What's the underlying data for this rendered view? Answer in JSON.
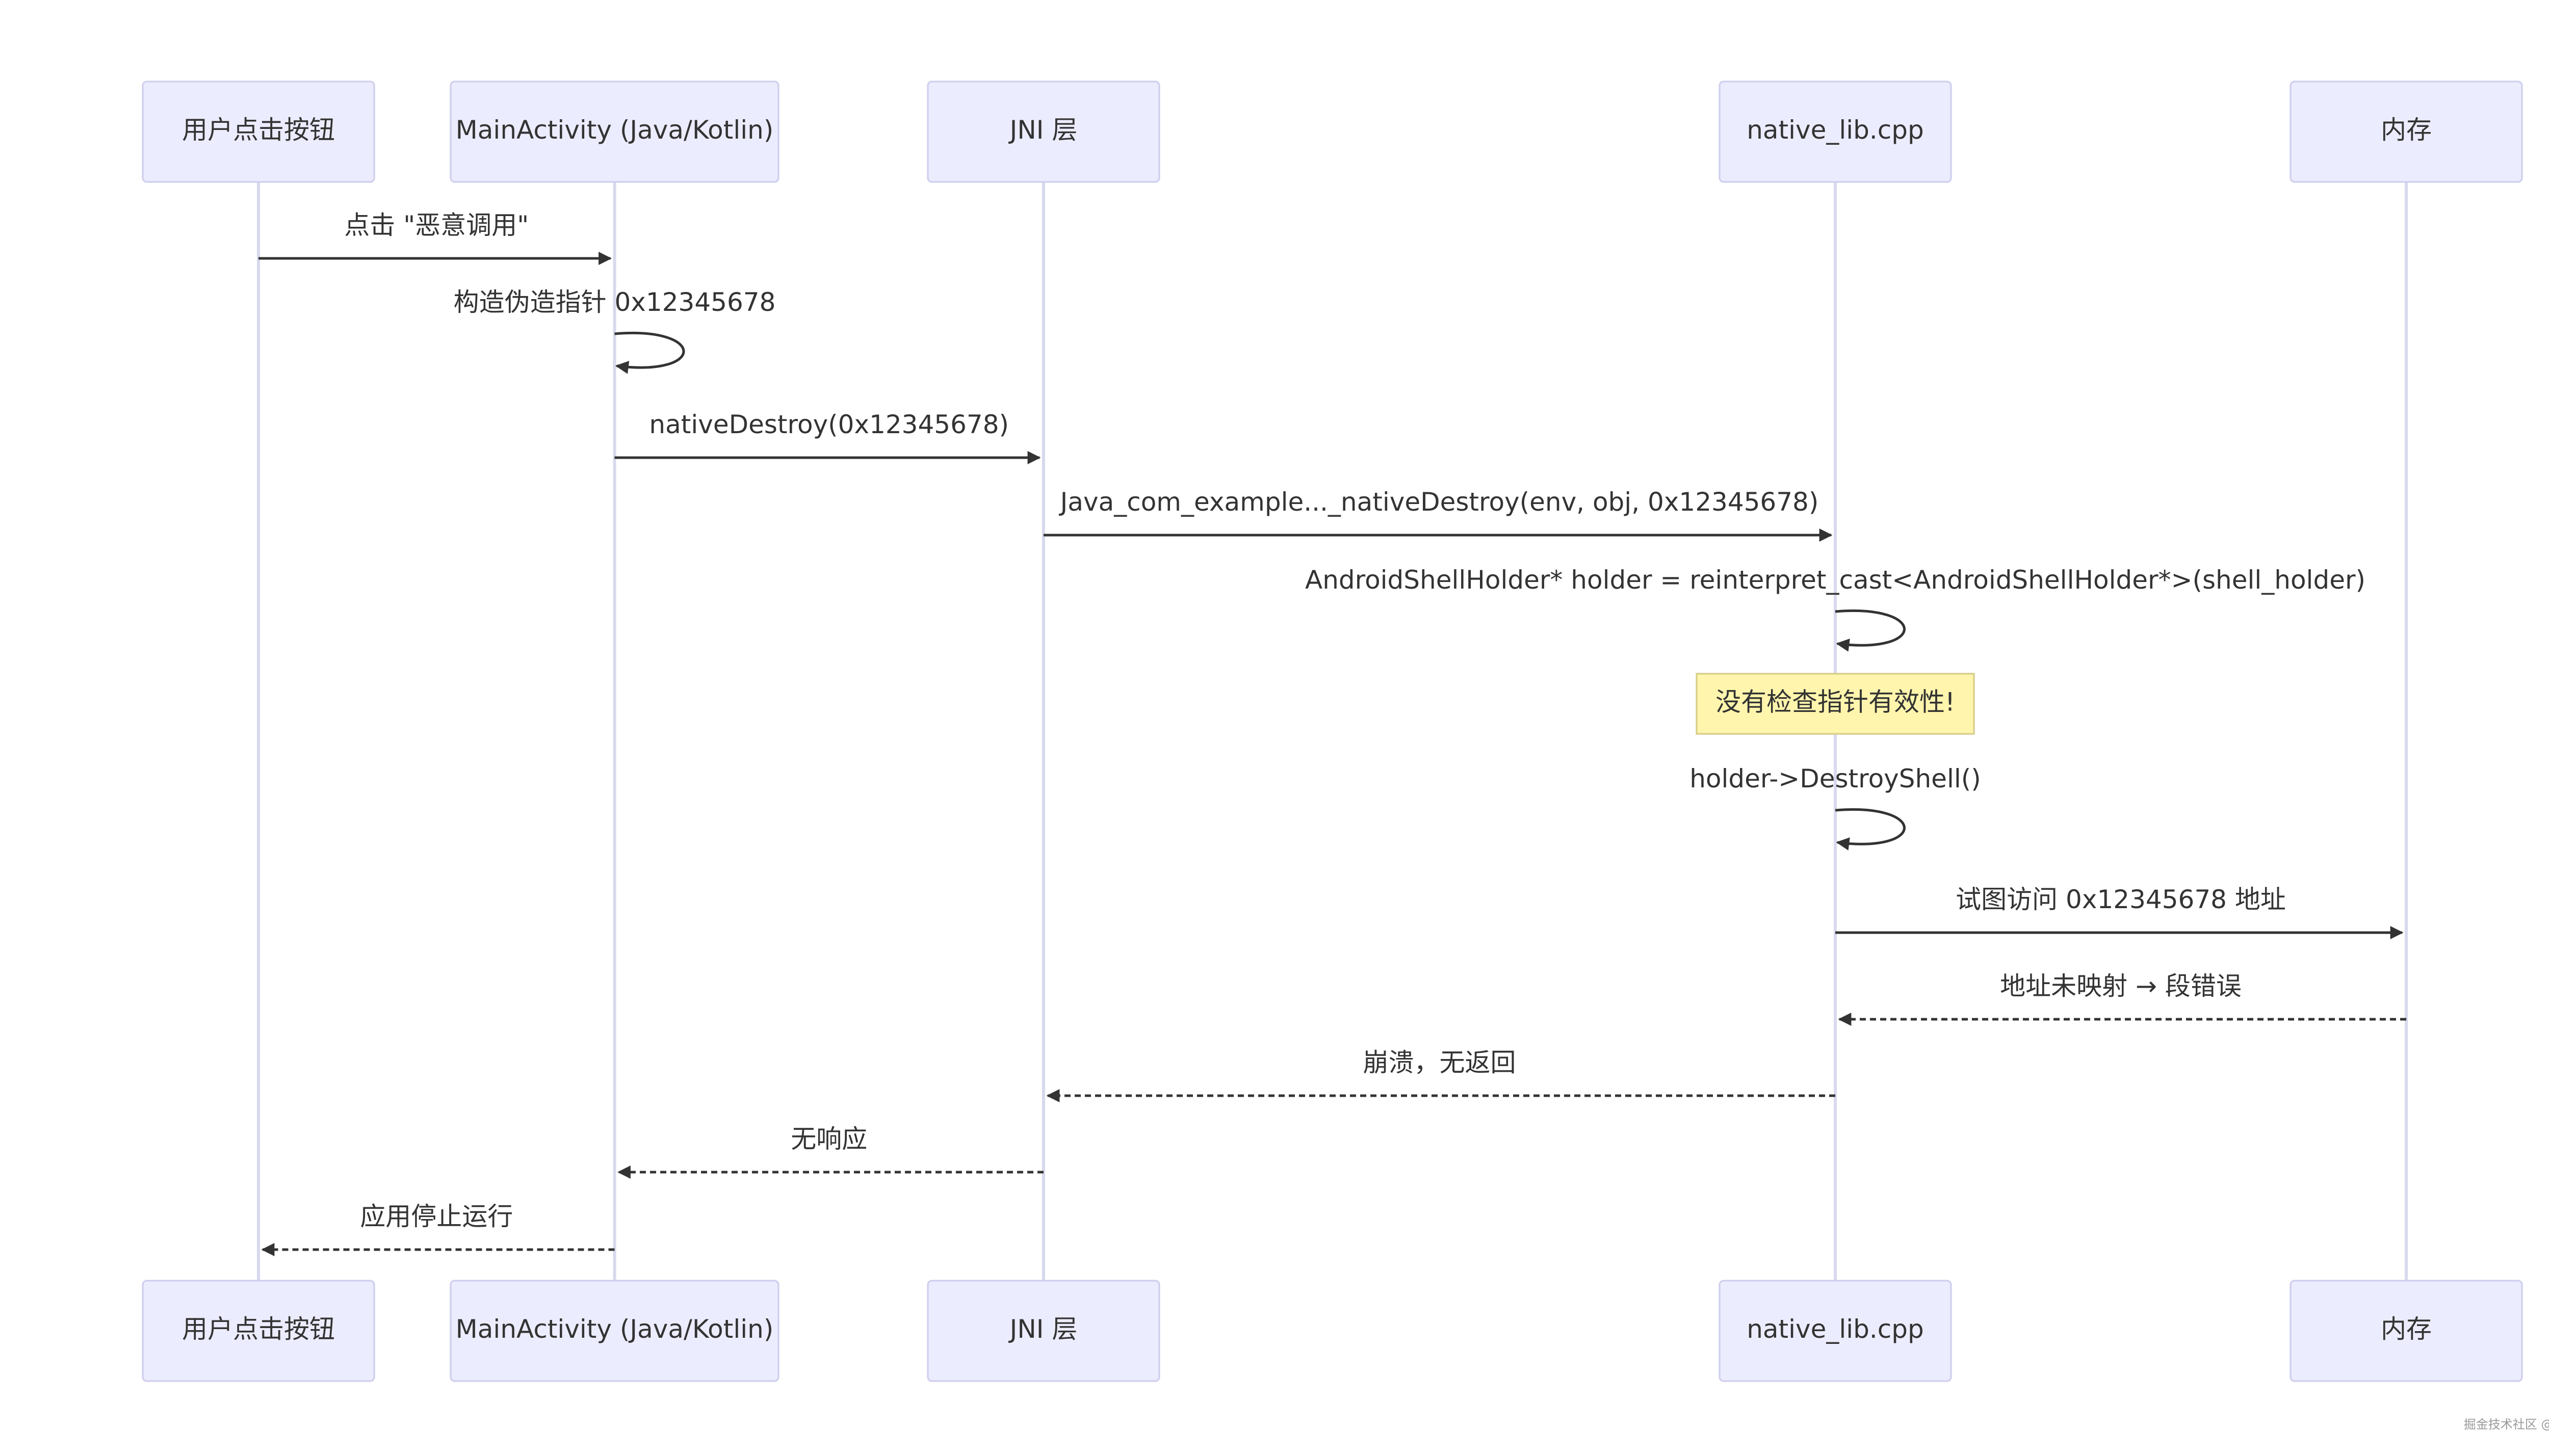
{
  "participants": [
    {
      "id": "user",
      "label": "用户点击按钮"
    },
    {
      "id": "main",
      "label": "MainActivity (Java/Kotlin)"
    },
    {
      "id": "jni",
      "label": "JNI 层"
    },
    {
      "id": "native",
      "label": "native_lib.cpp"
    },
    {
      "id": "mem",
      "label": "内存"
    }
  ],
  "messages": [
    {
      "from": "user",
      "to": "main",
      "label": "点击 \"恶意调用\"",
      "style": "solid"
    },
    {
      "from": "main",
      "to": "main",
      "label": "构造伪造指针 0x12345678",
      "style": "solid"
    },
    {
      "from": "main",
      "to": "jni",
      "label": "nativeDestroy(0x12345678)",
      "style": "solid"
    },
    {
      "from": "jni",
      "to": "native",
      "label": "Java_com_example..._nativeDestroy(env, obj, 0x12345678)",
      "style": "solid"
    },
    {
      "from": "native",
      "to": "native",
      "label": "AndroidShellHolder* holder = reinterpret_cast<AndroidShellHolder*>(shell_holder)",
      "style": "solid"
    },
    {
      "from": "native",
      "to": "native",
      "label": "holder->DestroyShell()",
      "style": "solid"
    },
    {
      "from": "native",
      "to": "mem",
      "label": "试图访问 0x12345678 地址",
      "style": "solid"
    },
    {
      "from": "mem",
      "to": "native",
      "label": "地址未映射 → 段错误",
      "style": "dashed"
    },
    {
      "from": "native",
      "to": "jni",
      "label": "崩溃，无返回",
      "style": "dashed"
    },
    {
      "from": "jni",
      "to": "main",
      "label": "无响应",
      "style": "dashed"
    },
    {
      "from": "main",
      "to": "user",
      "label": "应用停止运行",
      "style": "dashed"
    }
  ],
  "note": {
    "over": "native",
    "label": "没有检查指针有效性!"
  },
  "watermark": "掘金技术社区 @ 哪吒网络安全"
}
